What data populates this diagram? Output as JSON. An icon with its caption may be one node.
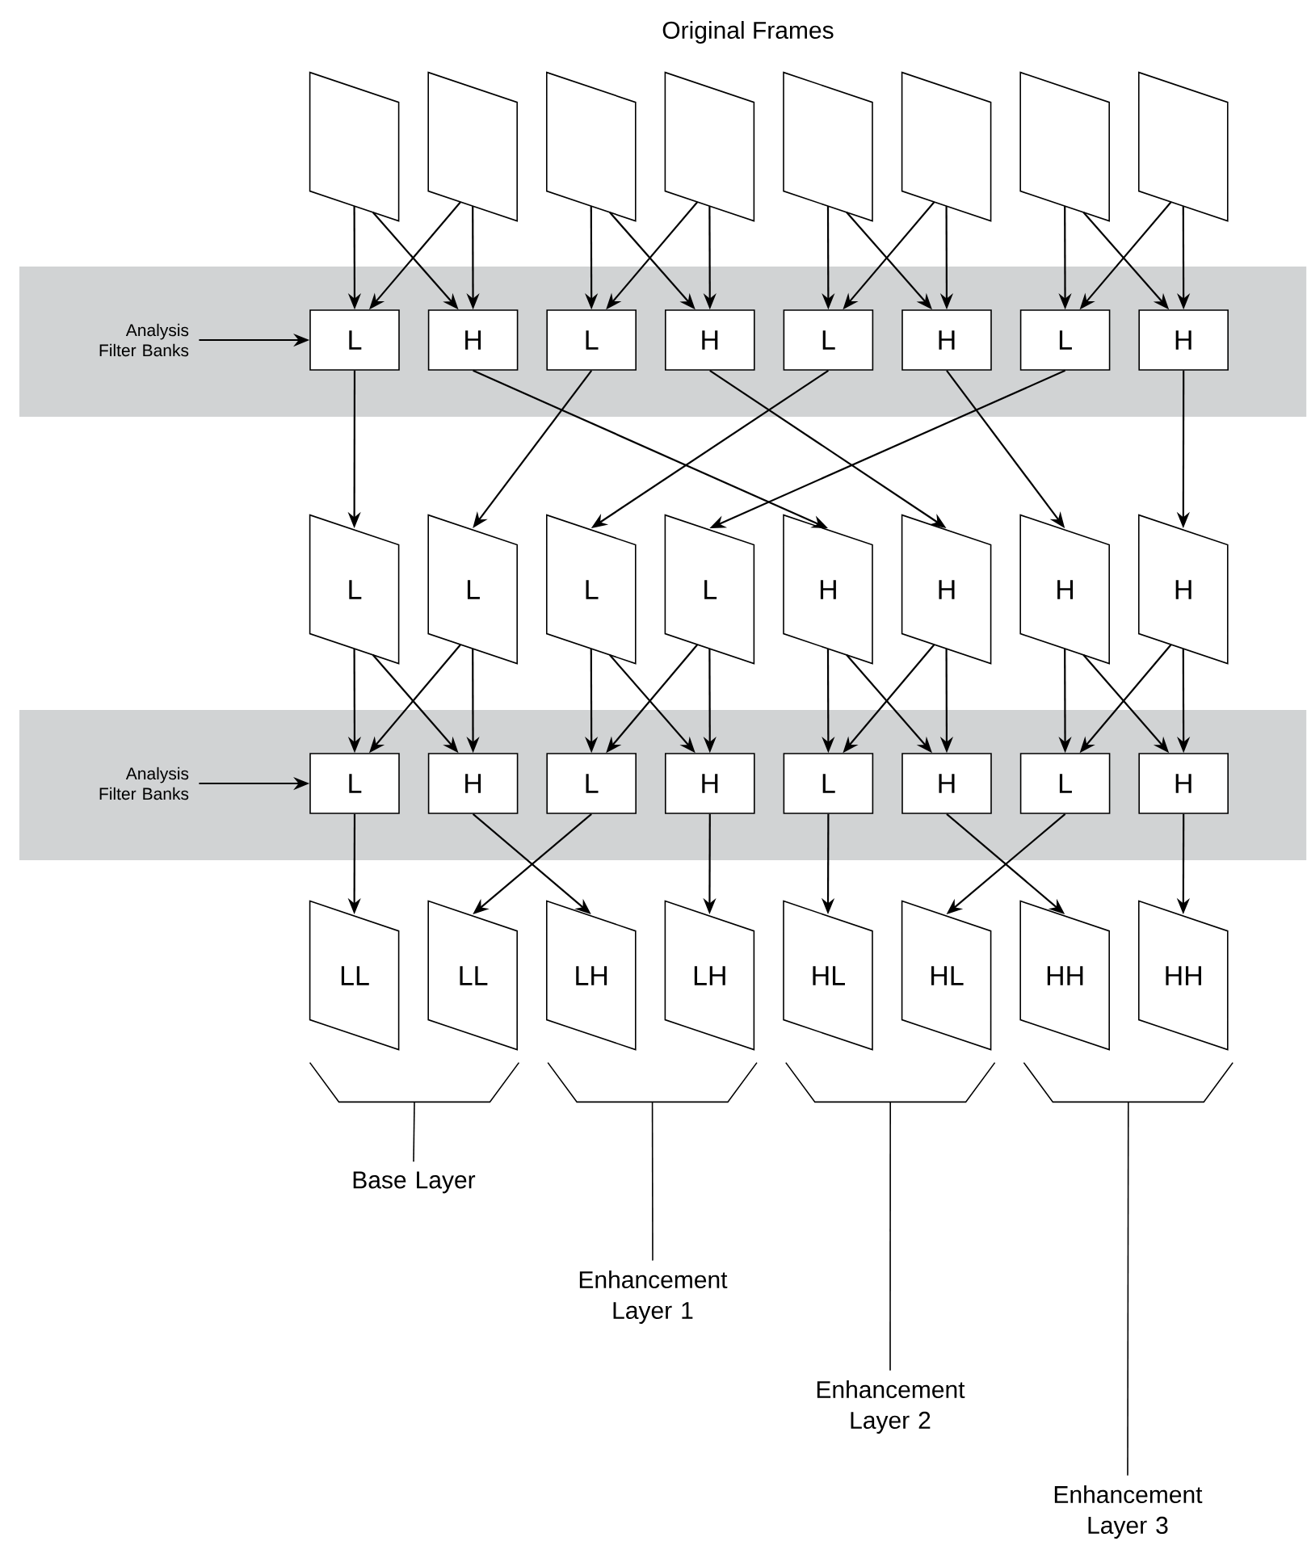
{
  "diagram": {
    "title": "Original Frames",
    "nodes": [
      {
        "text": [],
        "shape": "parallelogram"
      },
      {
        "text": [],
        "shape": "parallelogram"
      },
      {
        "text": [],
        "shape": "parallelogram"
      },
      {
        "text": [],
        "shape": "parallelogram"
      },
      {
        "text": [],
        "shape": "parallelogram"
      },
      {
        "text": [],
        "shape": "parallelogram"
      },
      {
        "text": [],
        "shape": "parallelogram"
      },
      {
        "text": [],
        "shape": "parallelogram"
      },
      {
        "text": [],
        "shape": "band"
      },
      {
        "text": [
          "Analysis Filter Banks"
        ],
        "in": 8
      },
      {
        "text": [
          "L"
        ],
        "in": 8
      },
      {
        "text": [
          "H"
        ],
        "in": 8
      },
      {
        "text": [
          "L"
        ],
        "in": 8
      },
      {
        "text": [
          "H"
        ],
        "in": 8
      },
      {
        "text": [
          "L"
        ],
        "in": 8
      },
      {
        "text": [
          "H"
        ],
        "in": 8
      },
      {
        "text": [
          "L"
        ],
        "in": 8
      },
      {
        "text": [
          "H"
        ],
        "in": 8
      },
      {
        "text": [
          "L"
        ]
      },
      {
        "text": [
          "L"
        ]
      },
      {
        "text": [
          "L"
        ]
      },
      {
        "text": [
          "L"
        ]
      },
      {
        "text": [
          "H"
        ]
      },
      {
        "text": [
          "H"
        ]
      },
      {
        "text": [
          "H"
        ]
      },
      {
        "text": [
          "H"
        ]
      },
      {
        "text": [],
        "shape": "band"
      },
      {
        "text": [
          "Analysis Filter Banks"
        ],
        "in": 26
      },
      {
        "text": [
          "L"
        ],
        "in": 26
      },
      {
        "text": [
          "H"
        ],
        "in": 26
      },
      {
        "text": [
          "L"
        ],
        "in": 26
      },
      {
        "text": [
          "H"
        ],
        "in": 26
      },
      {
        "text": [
          "L"
        ],
        "in": 26
      },
      {
        "text": [
          "H"
        ],
        "in": 26
      },
      {
        "text": [
          "L"
        ],
        "in": 26
      },
      {
        "text": [
          "H"
        ],
        "in": 26
      },
      {
        "text": [
          "LL"
        ]
      },
      {
        "text": [
          "LL"
        ]
      },
      {
        "text": [
          "LH"
        ]
      },
      {
        "text": [
          "LH"
        ]
      },
      {
        "text": [
          "HL"
        ]
      },
      {
        "text": [
          "HL"
        ]
      },
      {
        "text": [
          "HH"
        ]
      },
      {
        "text": [
          "HH"
        ]
      },
      {
        "text": [],
        "shape": "bracket"
      },
      {
        "text": [],
        "shape": "bracket"
      },
      {
        "text": [],
        "shape": "bracket"
      },
      {
        "text": [],
        "shape": "bracket"
      },
      {
        "text": [
          "Base Layer"
        ]
      },
      {
        "text": [
          "Enhancement Layer 1"
        ]
      },
      {
        "text": [
          "Enhancement Layer 2"
        ]
      },
      {
        "text": [
          "Enhancement Layer 3"
        ]
      }
    ],
    "edges": [
      {
        "from": 0,
        "to": 10,
        "arrow": "to"
      },
      {
        "from": 0,
        "to": 11,
        "arrow": "to"
      },
      {
        "from": 1,
        "to": 10,
        "arrow": "to"
      },
      {
        "from": 1,
        "to": 11,
        "arrow": "to"
      },
      {
        "from": 2,
        "to": 12,
        "arrow": "to"
      },
      {
        "from": 2,
        "to": 13,
        "arrow": "to"
      },
      {
        "from": 3,
        "to": 12,
        "arrow": "to"
      },
      {
        "from": 3,
        "to": 13,
        "arrow": "to"
      },
      {
        "from": 4,
        "to": 14,
        "arrow": "to"
      },
      {
        "from": 4,
        "to": 15,
        "arrow": "to"
      },
      {
        "from": 5,
        "to": 14,
        "arrow": "to"
      },
      {
        "from": 5,
        "to": 15,
        "arrow": "to"
      },
      {
        "from": 6,
        "to": 16,
        "arrow": "to"
      },
      {
        "from": 6,
        "to": 17,
        "arrow": "to"
      },
      {
        "from": 7,
        "to": 16,
        "arrow": "to"
      },
      {
        "from": 7,
        "to": 17,
        "arrow": "to"
      },
      {
        "from": 9,
        "to": 10,
        "arrow": "to"
      },
      {
        "from": 10,
        "to": 18,
        "arrow": "to"
      },
      {
        "from": 12,
        "to": 19,
        "arrow": "to"
      },
      {
        "from": 14,
        "to": 20,
        "arrow": "to"
      },
      {
        "from": 16,
        "to": 21,
        "arrow": "to"
      },
      {
        "from": 11,
        "to": 22,
        "arrow": "to"
      },
      {
        "from": 13,
        "to": 23,
        "arrow": "to"
      },
      {
        "from": 15,
        "to": 24,
        "arrow": "to"
      },
      {
        "from": 17,
        "to": 25,
        "arrow": "to"
      },
      {
        "from": 18,
        "to": 28,
        "arrow": "to"
      },
      {
        "from": 18,
        "to": 29,
        "arrow": "to"
      },
      {
        "from": 19,
        "to": 28,
        "arrow": "to"
      },
      {
        "from": 19,
        "to": 29,
        "arrow": "to"
      },
      {
        "from": 20,
        "to": 30,
        "arrow": "to"
      },
      {
        "from": 20,
        "to": 31,
        "arrow": "to"
      },
      {
        "from": 21,
        "to": 30,
        "arrow": "to"
      },
      {
        "from": 21,
        "to": 31,
        "arrow": "to"
      },
      {
        "from": 22,
        "to": 32,
        "arrow": "to"
      },
      {
        "from": 22,
        "to": 33,
        "arrow": "to"
      },
      {
        "from": 23,
        "to": 32,
        "arrow": "to"
      },
      {
        "from": 23,
        "to": 33,
        "arrow": "to"
      },
      {
        "from": 24,
        "to": 34,
        "arrow": "to"
      },
      {
        "from": 24,
        "to": 35,
        "arrow": "to"
      },
      {
        "from": 25,
        "to": 34,
        "arrow": "to"
      },
      {
        "from": 25,
        "to": 35,
        "arrow": "to"
      },
      {
        "from": 27,
        "to": 28,
        "arrow": "to"
      },
      {
        "from": 28,
        "to": 36,
        "arrow": "to"
      },
      {
        "from": 29,
        "to": 38,
        "arrow": "to"
      },
      {
        "from": 30,
        "to": 37,
        "arrow": "to"
      },
      {
        "from": 31,
        "to": 39,
        "arrow": "to"
      },
      {
        "from": 32,
        "to": 40,
        "arrow": "to"
      },
      {
        "from": 33,
        "to": 42,
        "arrow": "to"
      },
      {
        "from": 34,
        "to": 41,
        "arrow": "to"
      },
      {
        "from": 35,
        "to": 43,
        "arrow": "to"
      },
      {
        "from": 48,
        "to": 44,
        "arrow": "none"
      },
      {
        "from": 49,
        "to": 45,
        "arrow": "none"
      },
      {
        "from": 50,
        "to": 46,
        "arrow": "none"
      },
      {
        "from": 51,
        "to": 47,
        "arrow": "none"
      }
    ]
  }
}
